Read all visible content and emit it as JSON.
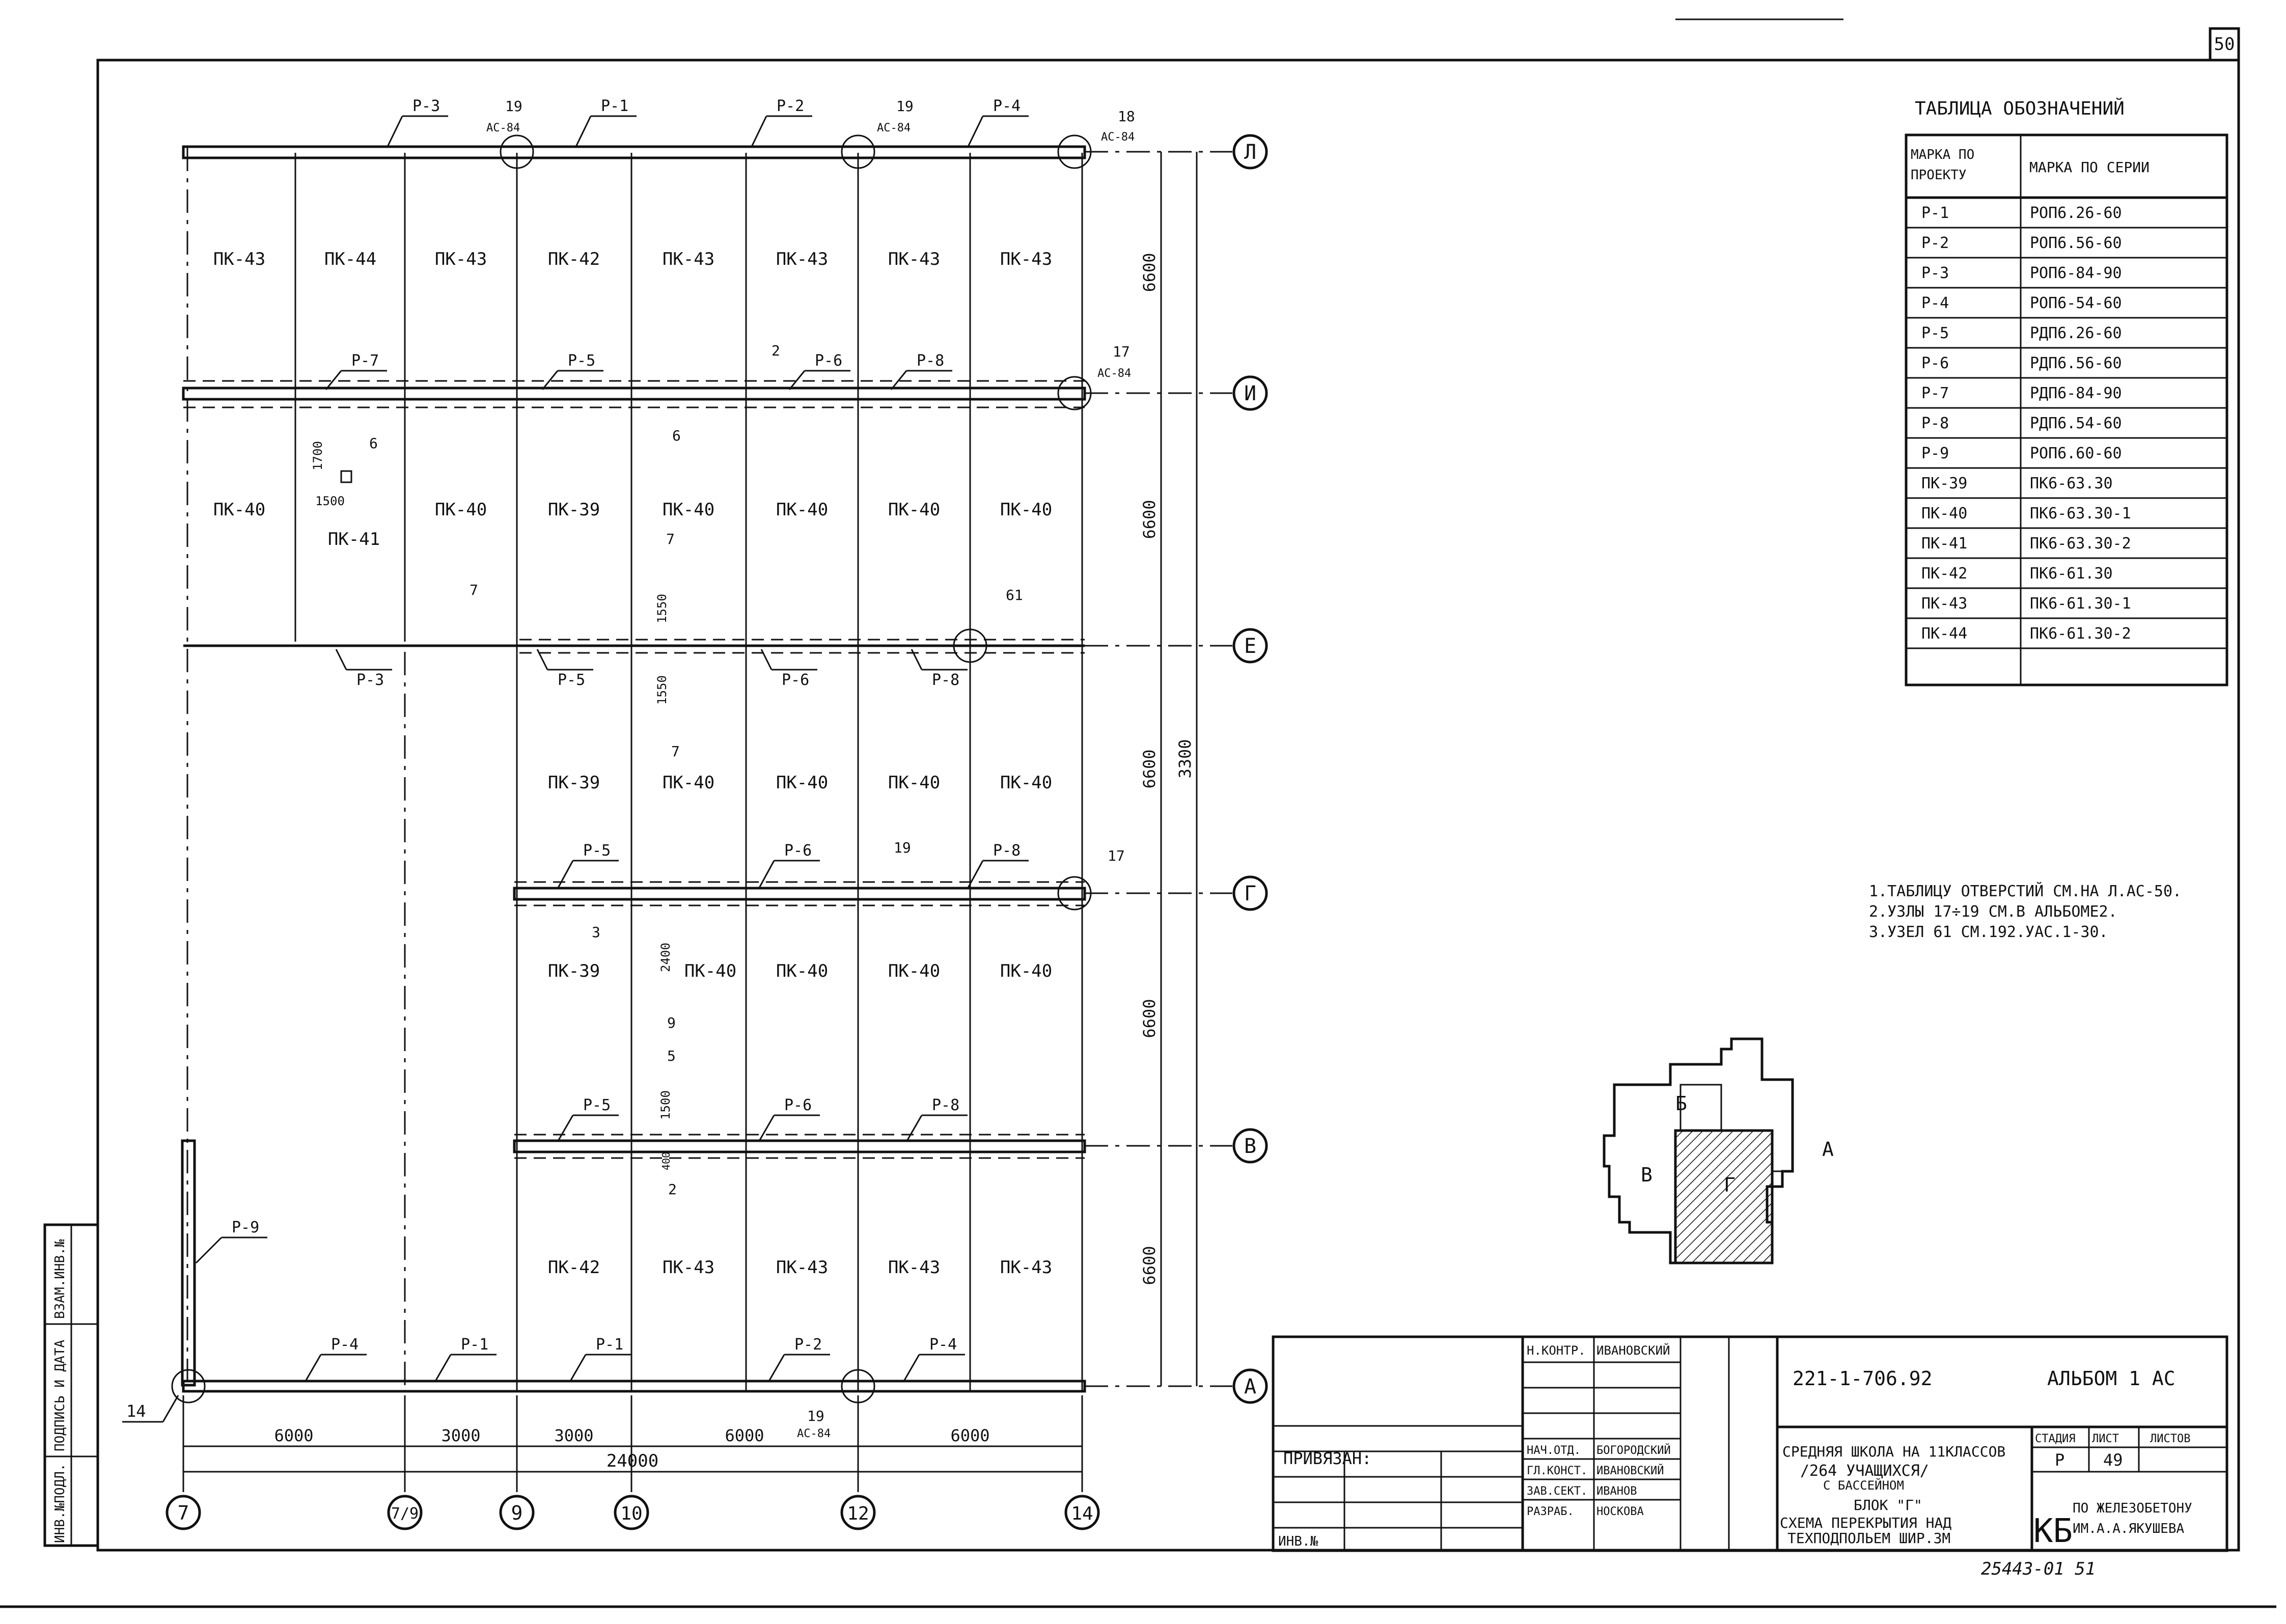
{
  "sheet_number": "50",
  "bottom_number": "25443-01  51",
  "legend": {
    "title": "ТАБЛИЦА  ОБОЗНАЧЕНИЙ",
    "headers": [
      "МАРКА ПО ПРОЕКТУ",
      "МАРКА ПО СЕРИИ"
    ],
    "rows": [
      [
        "Р-1",
        "РОП6.26-60"
      ],
      [
        "Р-2",
        "РОП6.56-60"
      ],
      [
        "Р-3",
        "РОП6-84-90"
      ],
      [
        "Р-4",
        "РОП6-54-60"
      ],
      [
        "Р-5",
        "РДП6.26-60"
      ],
      [
        "Р-6",
        "РДП6.56-60"
      ],
      [
        "Р-7",
        "РДП6-84-90"
      ],
      [
        "Р-8",
        "РДП6.54-60"
      ],
      [
        "Р-9",
        "РОП6.60-60"
      ],
      [
        "ПК-39",
        "ПК6-63.30"
      ],
      [
        "ПК-40",
        "ПК6-63.30-1"
      ],
      [
        "ПК-41",
        "ПК6-63.30-2"
      ],
      [
        "ПК-42",
        "ПК6-61.30"
      ],
      [
        "ПК-43",
        "ПК6-61.30-1"
      ],
      [
        "ПК-44",
        "ПК6-61.30-2"
      ]
    ]
  },
  "notes": [
    "1.ТАБЛИЦУ ОТВЕРСТИЙ СМ.НА Л.АС-50.",
    "2.УЗЛЫ 17÷19 СМ.В АЛЬБОМЕ2.",
    "3.УЗЕЛ 61 СМ.192.УАС.1-30."
  ],
  "axes": {
    "rows": [
      "Л",
      "И",
      "Е",
      "Г",
      "В",
      "А"
    ],
    "columns": [
      "7",
      "7/9",
      "9",
      "10",
      "12",
      "14"
    ]
  },
  "dimensions": {
    "vertical": [
      "6600",
      "6600",
      "6600",
      "6600",
      "6600"
    ],
    "total_vertical": "3300",
    "horizontal": [
      "6000",
      "3000",
      "3000",
      "6000",
      "6000"
    ],
    "total_horizontal": "24000",
    "openings": [
      "1700",
      "1500",
      "1550",
      "1550",
      "2400",
      "1500",
      "400"
    ]
  },
  "slabs": {
    "bay1": [
      "ПК-43",
      "ПК-44",
      "ПК-43",
      "ПК-42",
      "ПК-43",
      "ПК-43",
      "ПК-43",
      "ПК-43"
    ],
    "bay2": [
      "ПК-40",
      "ПК-40",
      "ПК-39",
      "ПК-40",
      "ПК-40",
      "ПК-40",
      "ПК-40"
    ],
    "bay2_extra": "ПК-41",
    "bay3": [
      "ПК-39",
      "ПК-40",
      "ПК-40",
      "ПК-40",
      "ПК-40"
    ],
    "bay4": [
      "ПК-39",
      "ПК-40",
      "ПК-40",
      "ПК-40",
      "ПК-40"
    ],
    "bay5": [
      "ПК-42",
      "ПК-43",
      "ПК-43",
      "ПК-43",
      "ПК-43"
    ]
  },
  "beam_marks": {
    "row_l": [
      "Р-3",
      "Р-1",
      "Р-2",
      "Р-4"
    ],
    "row_i": [
      "Р-7",
      "Р-5",
      "Р-6",
      "Р-8"
    ],
    "row_e": [
      "Р-3",
      "Р-5",
      "Р-6",
      "Р-8"
    ],
    "row_g": [
      "Р-5",
      "Р-6",
      "Р-8"
    ],
    "row_v": [
      "Р-5",
      "Р-6",
      "Р-8"
    ],
    "row_a": [
      "Р-4",
      "Р-1",
      "Р-1",
      "Р-2",
      "Р-4"
    ],
    "column7": "Р-9"
  },
  "node_marks": {
    "n19": "19",
    "n18": "18",
    "n17": "17",
    "n61": "61",
    "n14": "14",
    "ref_as84": "АС-84",
    "item2": "2",
    "item3": "3",
    "item5": "5",
    "item6": "6",
    "item7": "7",
    "item9": "9"
  },
  "key_plan": {
    "blocks": [
      "Б",
      "В",
      "Г",
      "А"
    ]
  },
  "side_stamp": [
    "ИНВ.№ПОДЛ.",
    "ПОДПИСЬ И ДАТА",
    "ВЗАМ.ИНВ.№"
  ],
  "title_block": {
    "code": "221-1-706.92",
    "album": "АЛЬБОМ 1  АС",
    "privyazan": "ПРИВЯЗАН:",
    "inv": "ИНВ.№",
    "roles": [
      [
        "Н.КОНТР.",
        "ИВАНОВСКИЙ"
      ],
      [
        "НАЧ.ОТД.",
        "БОГОРОДСКИЙ"
      ],
      [
        "ГЛ.КОНСТ.",
        "ИВАНОВСКИЙ"
      ],
      [
        "ЗАВ.СЕКТ.",
        "ИВАНОВ"
      ],
      [
        "РАЗРАБ.",
        "НОСКОВА"
      ]
    ],
    "project_line1": "СРЕДНЯЯ ШКОЛА НА 11КЛАССОВ",
    "project_line2": "/264 УЧАЩИХСЯ/",
    "project_line3": "С БАССЕЙНОМ",
    "stage_hdr": "СТАДИЯ",
    "sheet_hdr": "ЛИСТ",
    "sheets_hdr": "ЛИСТОВ",
    "stage": "Р",
    "sheet": "49",
    "drawing_line1": "БЛОК \"Г\"",
    "drawing_line2": "СХЕМА ПЕРЕКРЫТИЯ НАД",
    "drawing_line3": "ТЕХПОДПОЛЬЕМ ШИР.3М",
    "org_logo": "КБ",
    "org_line1": "ПО ЖЕЛЕЗОБЕТОНУ",
    "org_line2": "ИМ.А.А.ЯКУШЕВА"
  }
}
